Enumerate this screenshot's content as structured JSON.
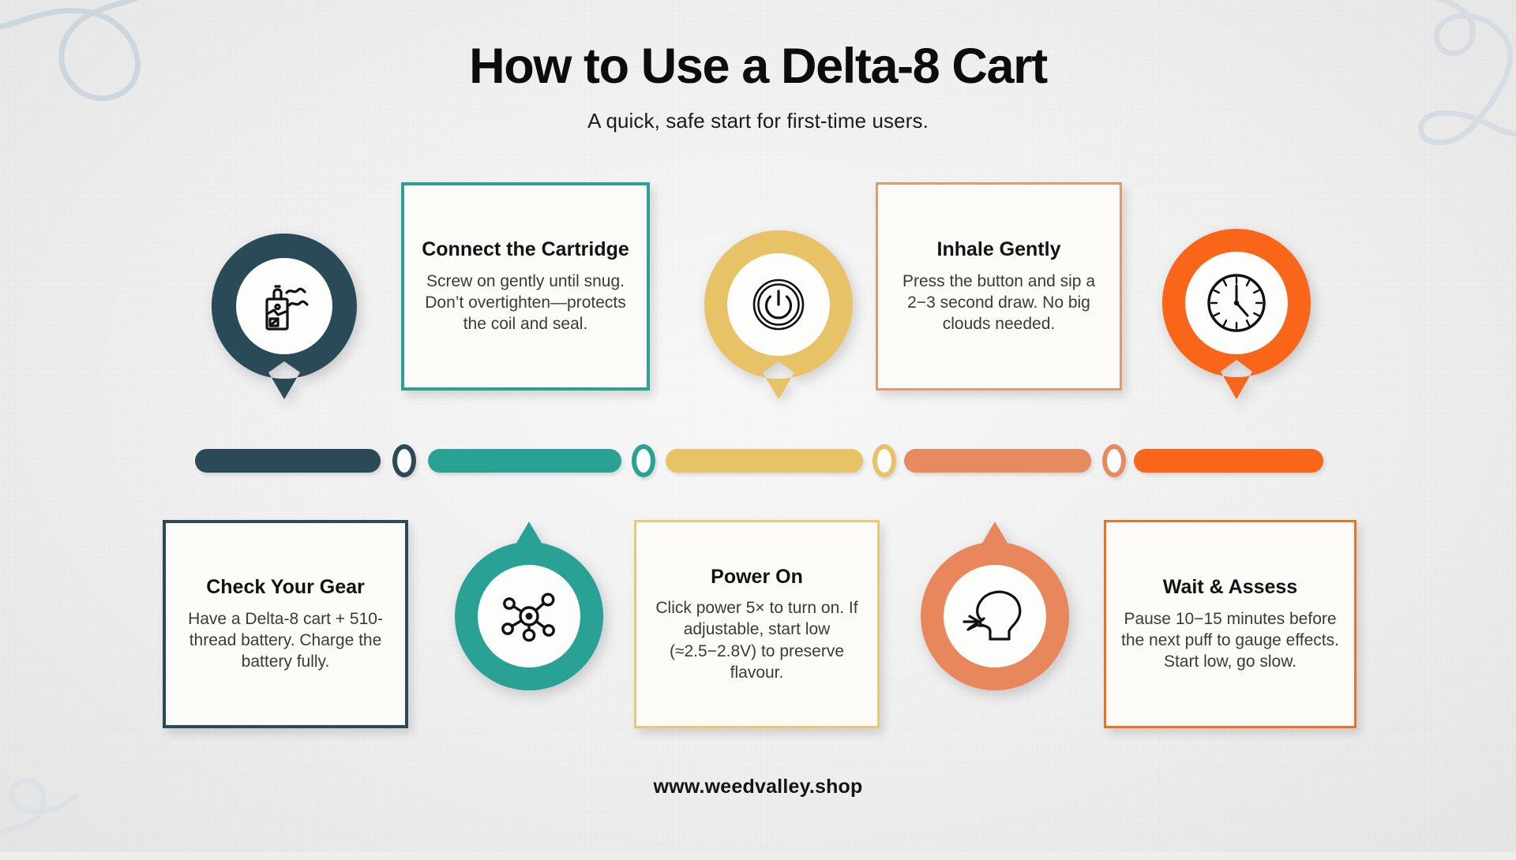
{
  "header": {
    "title": "How to Use a Delta-8 Cart",
    "subtitle": "A quick, safe start for first-time users."
  },
  "footer": {
    "url": "www.weedvalley.shop"
  },
  "palette": {
    "navy": "#2a4a57",
    "teal": "#2aa195",
    "yellow": "#e8c266",
    "salmon": "#e68a5f",
    "orange": "#f9661a",
    "background": "#eeeeee",
    "card_fill": "#fcfbf8",
    "swirl": "#ccd6dd"
  },
  "steps": [
    {
      "index": 1,
      "title": "Check Your Gear",
      "body": "Have a Delta-8 cart + 510-thread battery. Charge the battery fully.",
      "color": "#2a4a57",
      "icon": "vape-pen-icon",
      "pin_direction": "down",
      "card_position": "bottom"
    },
    {
      "index": 2,
      "title": "Connect the Cartridge",
      "body": "Screw on gently until snug. Don’t overtighten—protects the coil and seal.",
      "color": "#2aa195",
      "icon": "molecule-icon",
      "pin_direction": "up",
      "card_position": "top"
    },
    {
      "index": 3,
      "title": "Power On",
      "body": "Click power 5× to turn on. If adjustable, start low (≈2.5−2.8V) to preserve flavour.",
      "color": "#e8c266",
      "icon": "power-button-icon",
      "pin_direction": "down",
      "card_position": "bottom"
    },
    {
      "index": 4,
      "title": "Inhale Gently",
      "body": "Press the button and sip a 2−3 second draw. No big clouds needed.",
      "color": "#e68a5f",
      "icon": "inhale-head-icon",
      "pin_direction": "up",
      "card_position": "top"
    },
    {
      "index": 5,
      "title": "Wait & Assess",
      "body": "Pause 10−15 minutes before the next puff to gauge effects. Start low, go slow.",
      "color": "#f9661a",
      "icon": "clock-icon",
      "pin_direction": "down",
      "card_position": "bottom"
    }
  ],
  "timeline": {
    "segments": [
      {
        "color": "#2a4a57"
      },
      {
        "color": "#2aa195"
      },
      {
        "color": "#e8c266"
      },
      {
        "color": "#e68a5f"
      },
      {
        "color": "#f9661a"
      }
    ],
    "connectors": [
      {
        "color": "#2a4a57"
      },
      {
        "color": "#2aa195"
      },
      {
        "color": "#e8c266"
      },
      {
        "color": "#e68a5f"
      }
    ]
  }
}
